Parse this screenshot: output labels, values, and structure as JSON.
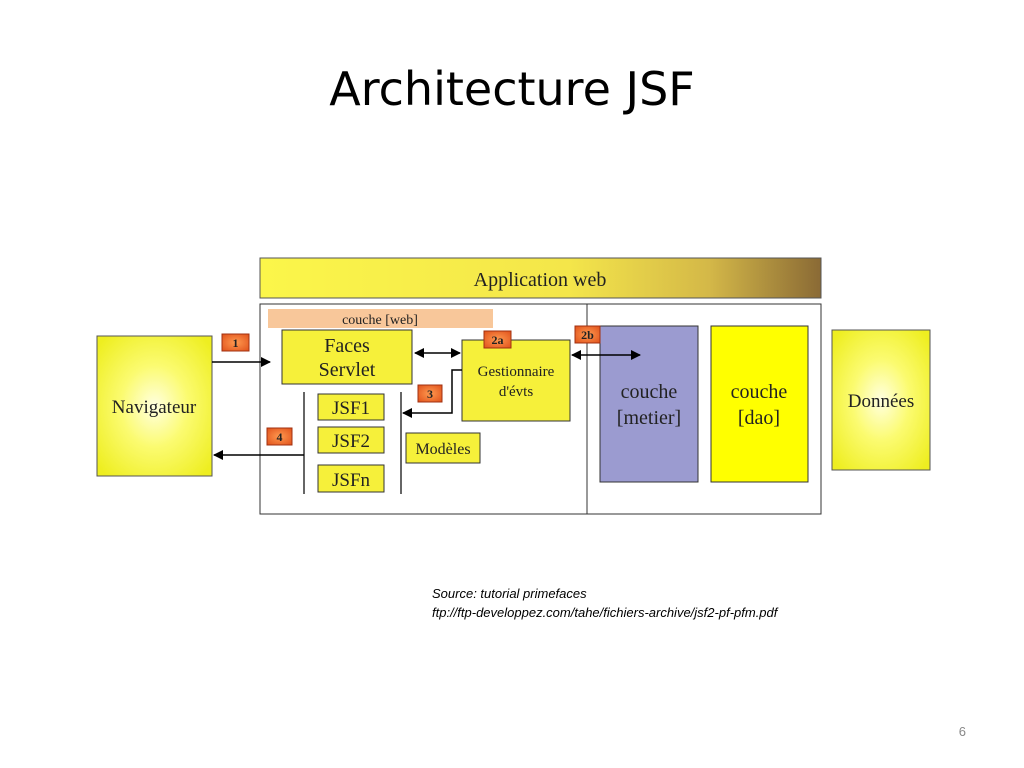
{
  "slide": {
    "title": "Architecture JSF",
    "page_number": "6"
  },
  "diagram": {
    "application_web": "Application web",
    "couche_web": "couche [web]",
    "faces_servlet": [
      "Faces",
      "Servlet"
    ],
    "gestionnaire": [
      "Gestionnaire",
      "d'évts"
    ],
    "jsf_pages": [
      "JSF1",
      "JSF2",
      "JSFn"
    ],
    "modeles": "Modèles",
    "couche_metier": [
      "couche",
      "[metier]"
    ],
    "couche_dao": [
      "couche",
      "[dao]"
    ],
    "navigateur": "Navigateur",
    "donnees": "Données",
    "steps": {
      "s1": "1",
      "s2a": "2a",
      "s2b": "2b",
      "s3": "3",
      "s4": "4"
    },
    "colors": {
      "yellow_box": "#f6f03a",
      "yellow_light": "#fbfb8a",
      "metier": "#9b9bd0",
      "dao": "#ffff00",
      "couche_web_band": "#f8c79a",
      "step_badge": "#f07a2a"
    }
  },
  "source": {
    "line1": "Source: tutorial primefaces",
    "line2": "ftp://ftp-developpez.com/tahe/fichiers-archive/jsf2-pf-pfm.pdf"
  }
}
